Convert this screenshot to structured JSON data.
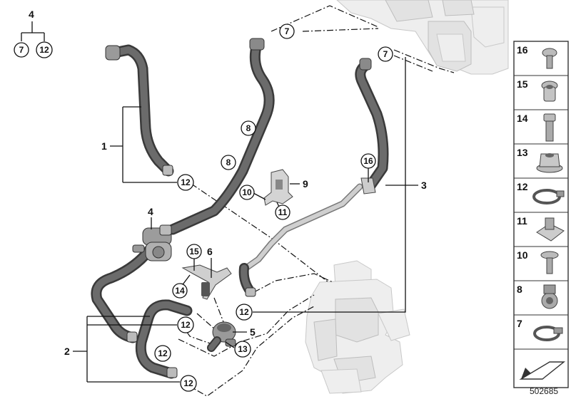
{
  "legend": {
    "parent": "4",
    "children": [
      "7",
      "12"
    ]
  },
  "callouts": {
    "bold": [
      {
        "id": "1",
        "text": "1"
      },
      {
        "id": "2",
        "text": "2"
      },
      {
        "id": "3",
        "text": "3"
      },
      {
        "id": "4",
        "text": "4"
      },
      {
        "id": "5",
        "text": "5"
      },
      {
        "id": "6",
        "text": "6"
      },
      {
        "id": "9",
        "text": "9"
      }
    ],
    "circled": [
      {
        "id": "c7a",
        "text": "7"
      },
      {
        "id": "c7b",
        "text": "7"
      },
      {
        "id": "c8a",
        "text": "8"
      },
      {
        "id": "c8b",
        "text": "8"
      },
      {
        "id": "c12a",
        "text": "12"
      },
      {
        "id": "c16",
        "text": "16"
      },
      {
        "id": "c10",
        "text": "10"
      },
      {
        "id": "c11",
        "text": "11"
      },
      {
        "id": "c15",
        "text": "15"
      },
      {
        "id": "c14",
        "text": "14"
      },
      {
        "id": "c12b",
        "text": "12"
      },
      {
        "id": "c12c",
        "text": "12"
      },
      {
        "id": "c13",
        "text": "13"
      },
      {
        "id": "c12d",
        "text": "12"
      },
      {
        "id": "c12e",
        "text": "12"
      }
    ]
  },
  "parts_panel": {
    "items": [
      {
        "number": "16",
        "icon": "torx-screw-icon"
      },
      {
        "number": "15",
        "icon": "grommet-nut-icon"
      },
      {
        "number": "14",
        "icon": "hex-bolt-icon"
      },
      {
        "number": "13",
        "icon": "flange-nut-icon"
      },
      {
        "number": "12",
        "icon": "hose-clamp-icon"
      },
      {
        "number": "11",
        "icon": "square-clip-nut-icon"
      },
      {
        "number": "10",
        "icon": "flange-screw-icon"
      },
      {
        "number": "8",
        "icon": "hose-holder-icon"
      },
      {
        "number": "7",
        "icon": "worm-clamp-icon"
      }
    ],
    "footer_icon": "direction-arrow-icon"
  },
  "reference_number": "502685"
}
